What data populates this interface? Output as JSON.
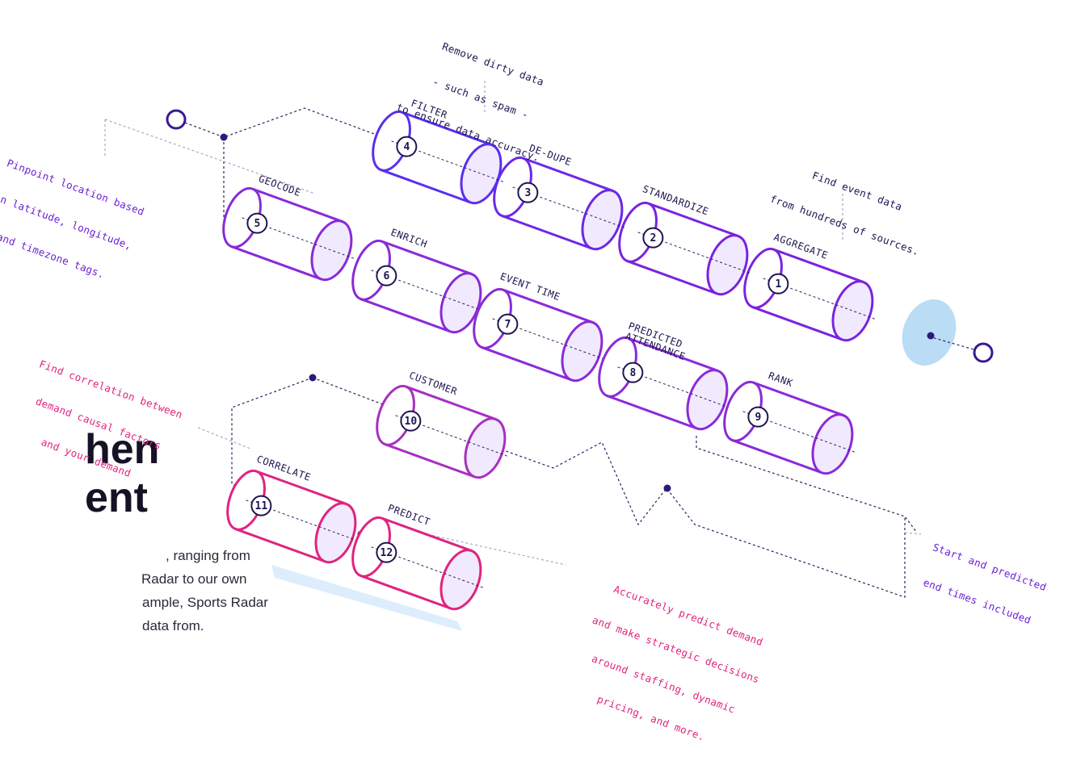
{
  "heading": {
    "line1": "hen",
    "line2": "ent"
  },
  "body_lines": [
    ", ranging from",
    "Radar to our own",
    "ample, Sports Radar",
    "data from."
  ],
  "colors": {
    "purple": "#6b1fd6",
    "pink": "#e0237f",
    "navy": "#1d1650",
    "light_blue": "#cfe6fa"
  },
  "stages": [
    {
      "num": "1",
      "label": "AGGREGATE",
      "color": "#7a23e0"
    },
    {
      "num": "2",
      "label": "STANDARDIZE",
      "color": "#7a23e0"
    },
    {
      "num": "3",
      "label": "DE-DUPE",
      "color": "#6b28e8"
    },
    {
      "num": "4",
      "label": "FILTER",
      "color": "#5a2ef0"
    },
    {
      "num": "5",
      "label": "GEOCODE",
      "color": "#8a2ad8"
    },
    {
      "num": "6",
      "label": "ENRICH",
      "color": "#8a2ad8"
    },
    {
      "num": "7",
      "label": "EVENT TIME",
      "color": "#8a2ad8"
    },
    {
      "num": "8",
      "label": "PREDICTED",
      "label2": "ATTENDANCE",
      "color": "#8a2ad8"
    },
    {
      "num": "9",
      "label": "RANK",
      "color": "#8a2ad8"
    },
    {
      "num": "10",
      "label": "CUSTOMER",
      "color": "#a82fc0"
    },
    {
      "num": "11",
      "label": "CORRELATE",
      "color": "#e0237f"
    },
    {
      "num": "12",
      "label": "PREDICT",
      "color": "#e0237f"
    }
  ],
  "annotations": {
    "filter": [
      "Remove dirty data",
      "- such as spam -",
      "to ensure data accuracy."
    ],
    "aggregate": [
      "Find event data",
      "from hundreds of sources."
    ],
    "geocode": [
      "Pinpoint location based",
      "on latitude, longitude,",
      "and timezone tags."
    ],
    "correlate": [
      "Find correlation between",
      "demand causal factors",
      "and your demand"
    ],
    "event_time": [
      "Start and predicted",
      "end times included"
    ],
    "predict": [
      "Accurately predict demand",
      "and make strategic decisions",
      "around staffing, dynamic",
      "pricing, and more."
    ]
  }
}
